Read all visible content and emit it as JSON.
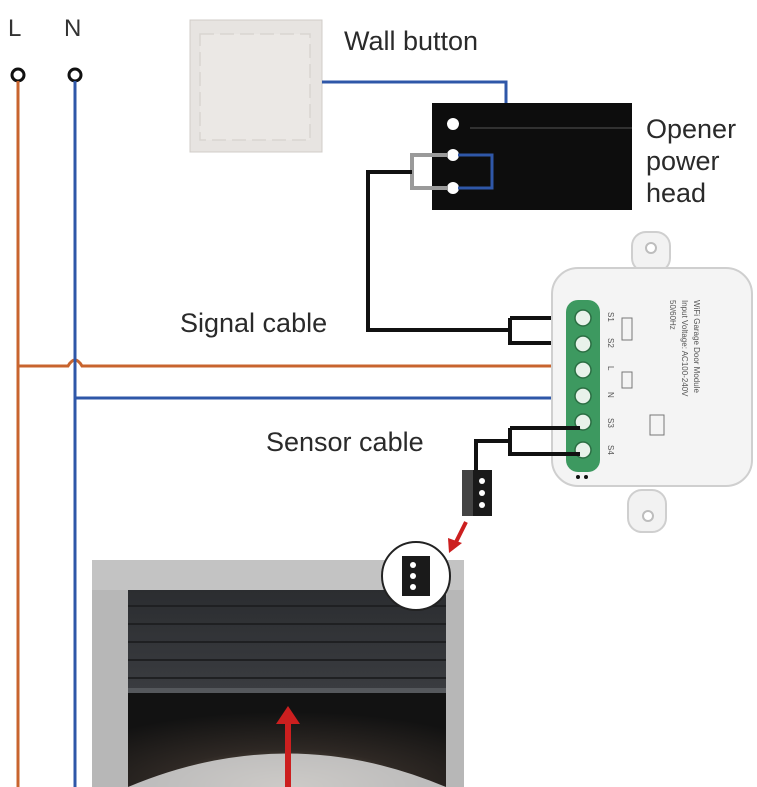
{
  "labels": {
    "live": "L",
    "neutral": "N",
    "wall_button": "Wall button",
    "opener_line1": "Opener",
    "opener_line2": "power",
    "opener_line3": "head",
    "signal_cable": "Signal cable",
    "sensor_cable": "Sensor cable"
  },
  "module": {
    "title": "WiFi Garage Door Module",
    "voltage": "Input Voltage: AC100-240V",
    "frequency": "50/60Hz",
    "terminals": [
      "S1",
      "S2",
      "L",
      "N",
      "S3",
      "S4"
    ]
  },
  "colors": {
    "live_wire": "#c8642e",
    "neutral_wire": "#2f57a8",
    "signal_wire": "#111111",
    "arrow": "#cc1f1f"
  }
}
